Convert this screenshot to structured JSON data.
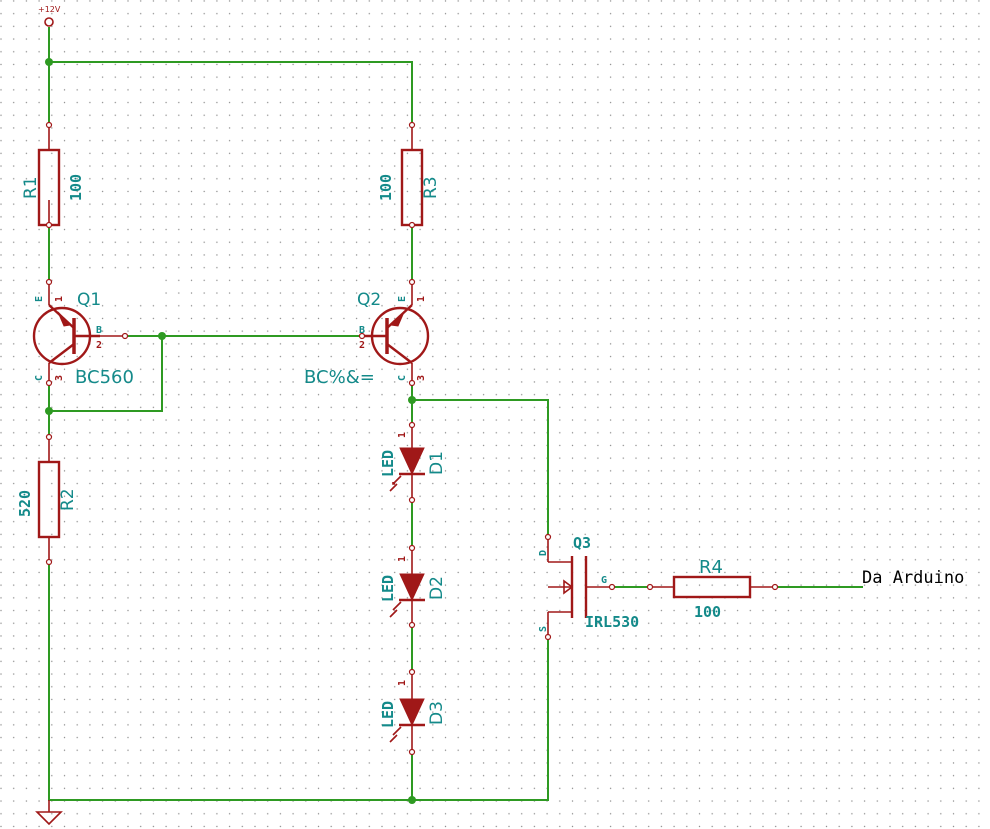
{
  "power": {
    "vcc_label": "+12V"
  },
  "resistors": {
    "r1": {
      "ref": "R1",
      "value": "100"
    },
    "r2": {
      "ref": "R2",
      "value": "520"
    },
    "r3": {
      "ref": "R3",
      "value": "100"
    },
    "r4": {
      "ref": "R4",
      "value": "100"
    }
  },
  "transistors": {
    "q1": {
      "ref": "Q1",
      "value": "BC560"
    },
    "q2": {
      "ref": "Q2",
      "value": "BC%&="
    },
    "q3": {
      "ref": "Q3",
      "value": "IRL530"
    }
  },
  "leds": [
    {
      "ref": "D1",
      "value": "LED"
    },
    {
      "ref": "D2",
      "value": "LED"
    },
    {
      "ref": "D3",
      "value": "LED"
    }
  ],
  "pins": {
    "bjt_emitter_num": "1",
    "bjt_base_num": "2",
    "bjt_collector_num": "3",
    "bjt_emitter_name": "E",
    "bjt_base_name": "B",
    "bjt_collector_name": "C",
    "led_anode_num": "1",
    "fet_drain": "D",
    "fet_gate": "G",
    "fet_source": "S"
  },
  "net_labels": {
    "arduino": "Da Arduino"
  },
  "colors": {
    "wire": "#2e9a22",
    "component": "#a01818",
    "text": "#148a8a"
  }
}
